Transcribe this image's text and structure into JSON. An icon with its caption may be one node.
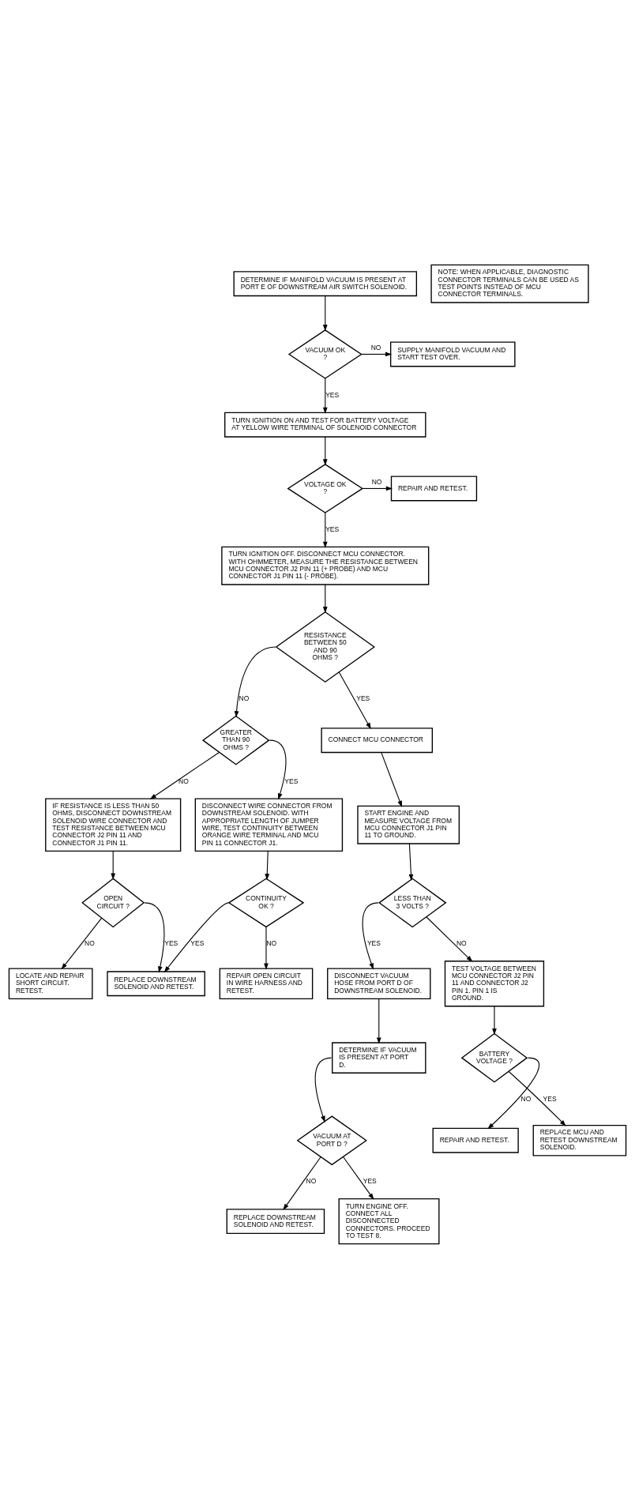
{
  "diagram": {
    "nodes": [
      {
        "text": [
          "NOTE: WHEN APPLICABLE, DIAGNOSTIC CONNECTOR TERMINALS CAN BE USED AS TEST POINTS INSTEAD OF MCU CONNECTOR TERMINALS."
        ]
      },
      {
        "text": [
          "DETERMINE IF MANIFOLD VACUUM IS PRESENT AT PORT E OF DOWNSTREAM AIR SWITCH SOLENOID."
        ]
      },
      {
        "text": [
          "VACUUM OK ?"
        ]
      },
      {
        "text": [
          "SUPPLY MANIFOLD VACUUM AND START TEST OVER."
        ]
      },
      {
        "text": [
          "TURN IGNITION ON AND TEST FOR BATTERY VOLTAGE AT YELLOW WIRE TERMINAL OF SOLENOID CONNECTOR"
        ]
      },
      {
        "text": [
          "VOLTAGE OK ?"
        ]
      },
      {
        "text": [
          "REPAIR AND RETEST."
        ]
      },
      {
        "text": [
          "TURN IGNITION OFF. DISCONNECT MCU CONNECTOR. WITH OHMMETER, MEASURE THE RESISTANCE BETWEEN MCU CONNECTOR J2 PIN 11 (+ PROBE) AND MCU CONNECTOR J1 PIN 11 (- PROBE)."
        ]
      },
      {
        "text": [
          "RESISTANCE BETWEEN 50 AND 90 OHMS ?"
        ]
      },
      {
        "text": [
          "GREATER THAN 90 OHMS ?"
        ]
      },
      {
        "text": [
          "CONNECT MCU CONNECTOR"
        ]
      },
      {
        "text": [
          "IF RESISTANCE IS LESS THAN 50 OHMS, DISCONNECT DOWNSTREAM SOLENOID WIRE CONNECTOR AND TEST RESISTANCE BETWEEN MCU CONNECTOR J2 PIN 11 AND CONNECTOR J1 PIN 11."
        ]
      },
      {
        "text": [
          "DISCONNECT WIRE CONNECTOR FROM DOWNSTREAM SOLENOID. WITH APPROPRIATE LENGTH OF JUMPER WIRE, TEST CONTINUITY BETWEEN ORANGE WIRE TERMINAL AND MCU PIN 11 CONNECTOR J1."
        ]
      },
      {
        "text": [
          "OPEN CIRCUIT ?"
        ]
      },
      {
        "text": [
          "CONTINUITY OK ?"
        ]
      },
      {
        "text": [
          "START ENGINE AND MEASURE VOLTAGE FROM MCU CONNECTOR J1 PIN 11 TO GROUND."
        ]
      },
      {
        "text": [
          "LOCATE AND REPAIR SHORT CIRCUIT. RETEST."
        ]
      },
      {
        "text": [
          "REPLACE DOWNSTREAM SOLENOID AND RETEST."
        ]
      },
      {
        "text": [
          "REPAIR OPEN CIRCUIT IN WIRE HARNESS AND RETEST."
        ]
      },
      {
        "text": [
          "LESS THAN 3 VOLTS ?"
        ]
      },
      {
        "text": [
          "DISCONNECT VACUUM HOSE FROM PORT D OF DOWNSTREAM SOLENOID."
        ]
      },
      {
        "text": [
          "TEST VOLTAGE BETWEEN MCU CONNECTOR J2 PIN 11 AND CONNECTOR J2 PIN 1. PIN 1 IS GROUND."
        ]
      },
      {
        "text": [
          "DETERMINE IF VACUUM IS PRESENT AT PORT D."
        ]
      },
      {
        "text": [
          "BATTERY VOLTAGE ?"
        ]
      },
      {
        "text": [
          "VACUUM AT PORT D ?"
        ]
      },
      {
        "text": [
          "REPAIR AND RETEST."
        ]
      },
      {
        "text": [
          "REPLACE MCU AND RETEST DOWNSTREAM SOLENOID."
        ]
      },
      {
        "text": [
          "REPLACE DOWNSTREAM SOLENOID AND RETEST."
        ]
      },
      {
        "text": [
          "TURN ENGINE OFF. CONNECT ALL DISCONNECTED CONNECTORS. PROCEED TO TEST 8."
        ]
      }
    ],
    "edges": [
      {
        "from": 1,
        "to": 2,
        "arrow": "to"
      },
      {
        "from": 2,
        "to": 3,
        "arrow": "to",
        "label": "NO"
      },
      {
        "from": 2,
        "to": 4,
        "arrow": "to",
        "label": "YES"
      },
      {
        "from": 4,
        "to": 5,
        "arrow": "to"
      },
      {
        "from": 5,
        "to": 6,
        "arrow": "to",
        "label": "NO"
      },
      {
        "from": 5,
        "to": 7,
        "arrow": "to",
        "label": "YES"
      },
      {
        "from": 7,
        "to": 8,
        "arrow": "to"
      },
      {
        "from": 8,
        "to": 9,
        "arrow": "to",
        "label": "NO"
      },
      {
        "from": 8,
        "to": 10,
        "arrow": "to",
        "label": "YES"
      },
      {
        "from": 9,
        "to": 12,
        "arrow": "to",
        "label": "YES"
      },
      {
        "from": 9,
        "to": 11,
        "arrow": "to",
        "label": "NO"
      },
      {
        "from": 10,
        "to": 15,
        "arrow": "to"
      },
      {
        "from": 11,
        "to": 13,
        "arrow": "to"
      },
      {
        "from": 12,
        "to": 14,
        "arrow": "to"
      },
      {
        "from": 13,
        "to": 17,
        "arrow": "to",
        "label": "YES"
      },
      {
        "from": 13,
        "to": 16,
        "arrow": "to",
        "label": "NO"
      },
      {
        "from": 14,
        "to": 17,
        "arrow": "to",
        "label": "YES"
      },
      {
        "from": 14,
        "to": 18,
        "arrow": "to",
        "label": "NO"
      },
      {
        "from": 15,
        "to": 19,
        "arrow": "to"
      },
      {
        "from": 19,
        "to": 20,
        "arrow": "to",
        "label": "YES"
      },
      {
        "from": 19,
        "to": 21,
        "arrow": "to",
        "label": "NO"
      },
      {
        "from": 20,
        "to": 22,
        "arrow": "to"
      },
      {
        "from": 21,
        "to": 23,
        "arrow": "to"
      },
      {
        "from": 22,
        "to": 24,
        "arrow": "to"
      },
      {
        "from": 23,
        "to": 25,
        "arrow": "to",
        "label": "NO"
      },
      {
        "from": 23,
        "to": 26,
        "arrow": "to",
        "label": "YES"
      },
      {
        "from": 24,
        "to": 27,
        "arrow": "to",
        "label": "NO"
      },
      {
        "from": 24,
        "to": 28,
        "arrow": "to",
        "label": "YES"
      }
    ]
  }
}
